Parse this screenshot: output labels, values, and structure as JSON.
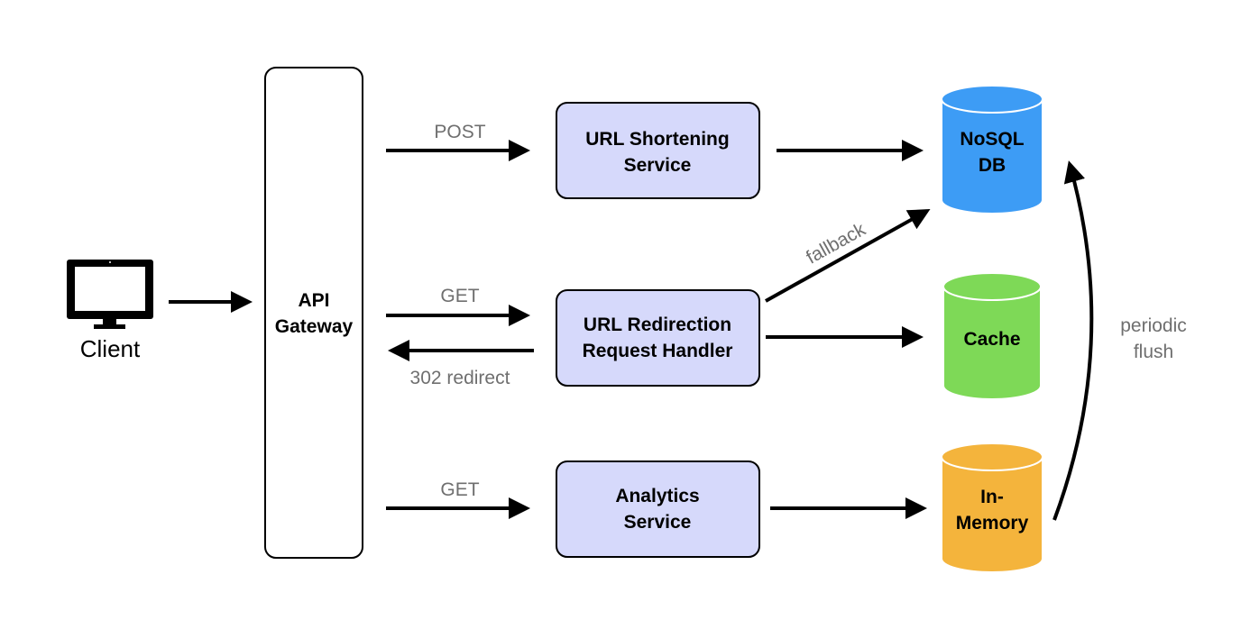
{
  "client": {
    "label": "Client",
    "icon": "monitor-icon"
  },
  "gateway": {
    "line1": "API",
    "line2": "Gateway"
  },
  "services": {
    "shortening": {
      "line1": "URL Shortening",
      "line2": "Service"
    },
    "redirection": {
      "line1": "URL Redirection",
      "line2": "Request Handler"
    },
    "analytics": {
      "line1": "Analytics",
      "line2": "Service"
    }
  },
  "stores": {
    "nosql": {
      "line1": "NoSQL",
      "line2": "DB",
      "color": "#3d9cf5"
    },
    "cache": {
      "line1": "Cache",
      "color": "#7ed957"
    },
    "memory": {
      "line1": "In-",
      "line2": "Memory",
      "color": "#f4b43c"
    }
  },
  "edges": {
    "post": "POST",
    "get_redirect": "GET",
    "redirect_back": "302 redirect",
    "get_analytics": "GET",
    "fallback": "fallback",
    "flush_line1": "periodic",
    "flush_line2": "flush"
  },
  "colors": {
    "service_fill": "#d6d9fb",
    "service_stroke": "#000000",
    "edge_label": "#6f6f6f"
  }
}
